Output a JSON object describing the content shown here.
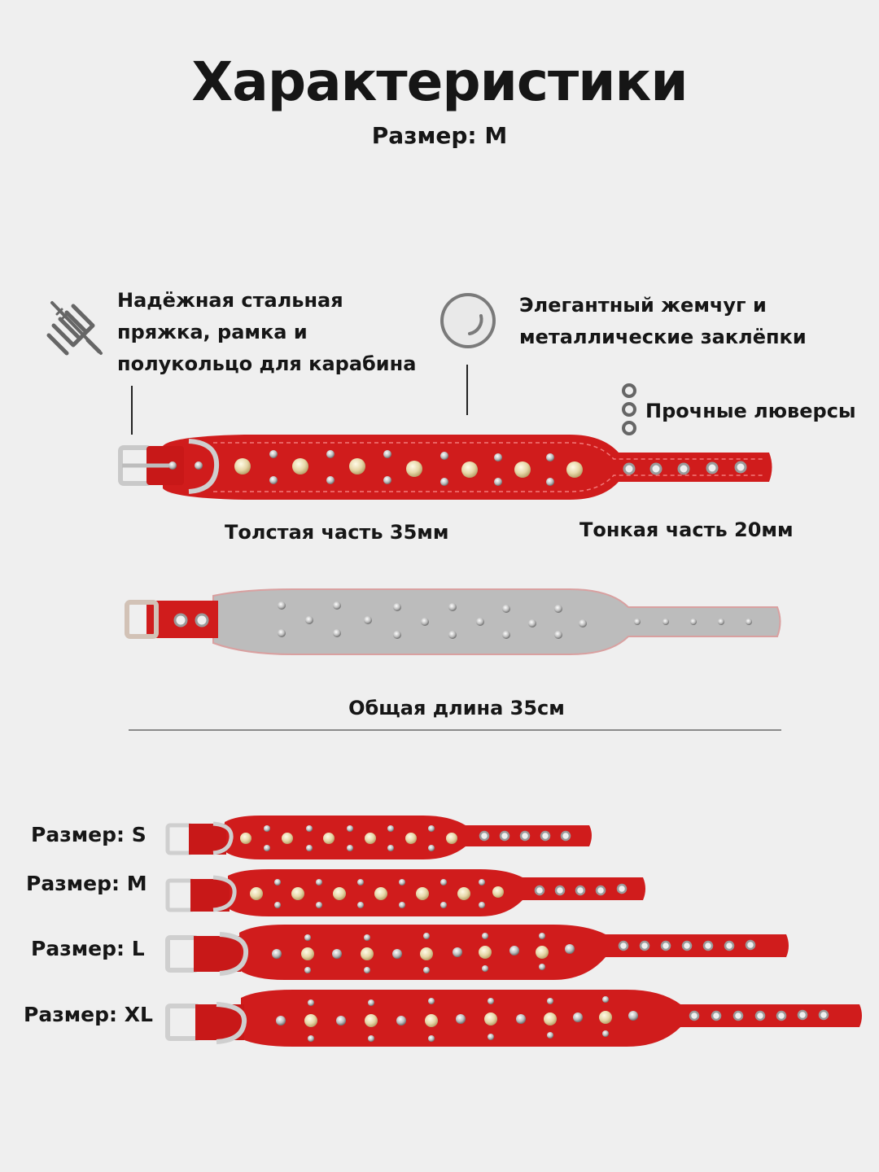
{
  "header": {
    "title": "Характеристики",
    "subtitle": "Размер: M"
  },
  "features": {
    "buckle": {
      "line1": "Надёжная стальная",
      "line2": "пряжка, рамка и",
      "line3": "полукольцо для карабина",
      "icon": "buckle-no-rust-icon"
    },
    "pearl": {
      "line1": "Элегантный жемчуг и",
      "line2": "металлические заклёпки",
      "icon": "pearl-icon"
    },
    "eyelets": {
      "text": "Прочные люверсы",
      "icon": "eyelets-icon"
    }
  },
  "dimensions": {
    "thick": "Толстая часть 35мм",
    "thin": "Тонкая часть 20мм",
    "total": "Общая длина 35см"
  },
  "sizes": [
    {
      "label": "Размер: S"
    },
    {
      "label": "Размер: M"
    },
    {
      "label": "Размер: L"
    },
    {
      "label": "Размер: XL"
    }
  ],
  "colors": {
    "collar_red": "#d01c1c",
    "felt_gray": "#b9b9b9",
    "background": "#efefef"
  }
}
